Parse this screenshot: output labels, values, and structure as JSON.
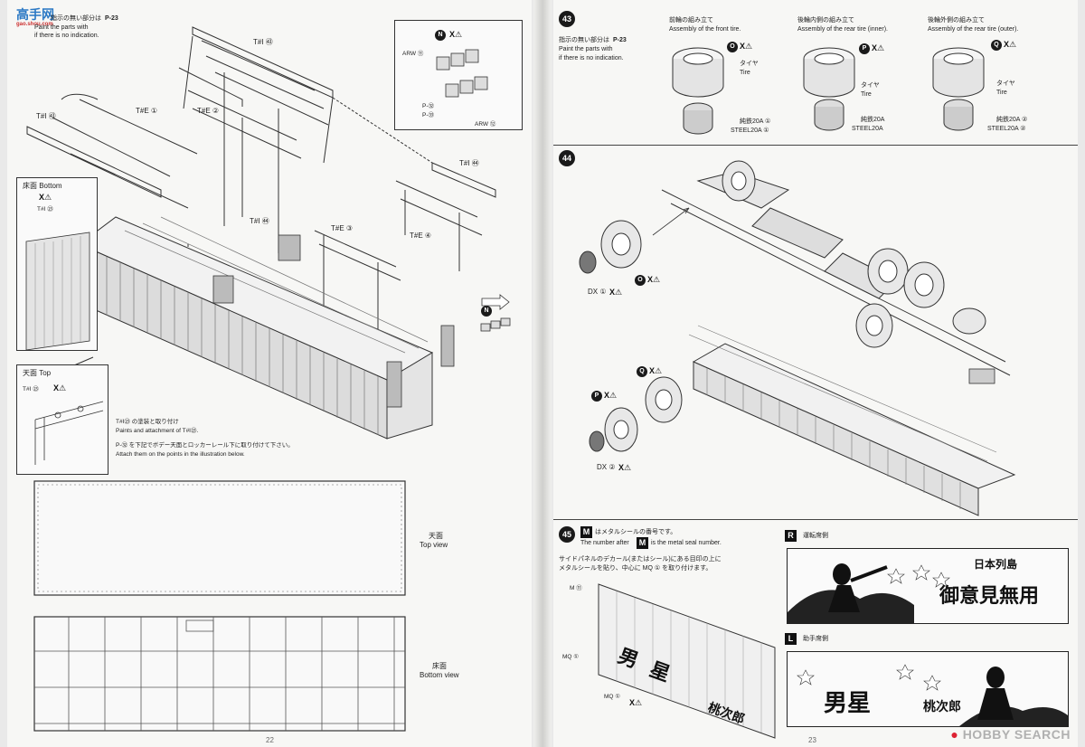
{
  "left_page": {
    "header": {
      "line1": "指示の無い部分は",
      "line2": "Paint the parts with",
      "line3": "if there is no indication.",
      "color_ref": "P-23"
    },
    "parts": {
      "t_i_53_top": "T#I ㊸",
      "t_i_53_left": "T#I ㊸",
      "t_e_1": "T#E ①",
      "t_e_2": "T#E ②",
      "t_i_54_right": "T#I ㊹",
      "t_i_54_mid": "T#I ㊹",
      "t_e_3": "T#E ③",
      "t_e_4": "T#E ④"
    },
    "inset_lights": {
      "mark": "N",
      "arw71": "ARW ⑪",
      "arw72": "ARW ⑫",
      "p82": "P-㉜",
      "p93": "P-㉝"
    },
    "bottom_inset": {
      "title": "床面 Bottom",
      "mark": "X",
      "part": "T#I ㉓"
    },
    "top_inset": {
      "title": "天面 Top",
      "part": "T#I ㉓",
      "mark": "X"
    },
    "instructions": {
      "line1": "T#I㉓ の塗装と取り付け",
      "line2": "Paints and attachment of T#I㉓.",
      "line3": "P-㉜ を下記でボデー天面とロッカーレール下に取り付けて下さい。",
      "line4": "Attach them on the points in the illustration below."
    },
    "views": {
      "top_jp": "天面",
      "top_en": "Top view",
      "bottom_jp": "床面",
      "bottom_en": "Bottom view"
    },
    "n_mark": "N",
    "page_number": "22",
    "watermark": {
      "main": "高手网",
      "sub": "gao.shou.com"
    }
  },
  "right_page": {
    "step43": {
      "number": "43",
      "header1": "指示の無い部分は",
      "header2": "Paint the parts with",
      "header3": "if there is no indication.",
      "color_ref": "P-23",
      "front_title_jp": "前輪の組み立て",
      "front_title_en": "Assembly of the front tire.",
      "rear_inner_jp": "後輪内側の組み立て",
      "rear_inner_en": "Assembly of the rear tire (inner).",
      "rear_outer_jp": "後輪外側の組み立て",
      "rear_outer_en": "Assembly of the rear tire (outer).",
      "mark_o": "O",
      "mark_p": "P",
      "mark_q": "Q",
      "tire_jp": "タイヤ",
      "tire_en": "Tire",
      "steel_jp1": "純鉄20A ①",
      "steel_en1": "STEEL20A ①",
      "steel_jp2": "純鉄20A",
      "steel_en2": "STEEL20A",
      "steel_jp3": "純鉄20A ②",
      "steel_en3": "STEEL20A ②"
    },
    "step44": {
      "number": "44",
      "dx1": "DX ①",
      "dx2": "DX ②",
      "mark_o": "O",
      "mark_p": "P",
      "mark_q": "Q"
    },
    "step45": {
      "number": "45",
      "line1": "はメタルシールの番号です。",
      "line2": "The number after",
      "line2b": "is the metal seal number.",
      "m_mark": "M",
      "line3": "サイドパネルのデカール(またはシール)にある目印の上に",
      "line4": "メタルシールを貼り、中心に MQ ① を取り付けます。",
      "mq1": "MQ ①",
      "mq_low": "MQ ①",
      "m_label": "M ⑪"
    },
    "decal_r": {
      "letter": "R",
      "label": "運転席側",
      "text1": "日本列島",
      "text2": "御意見無用"
    },
    "decal_l": {
      "letter": "L",
      "label": "助手席側",
      "text1": "男星",
      "text2": "桃次郎"
    },
    "page_number": "23",
    "watermark": "HOBBY SEARCH"
  }
}
